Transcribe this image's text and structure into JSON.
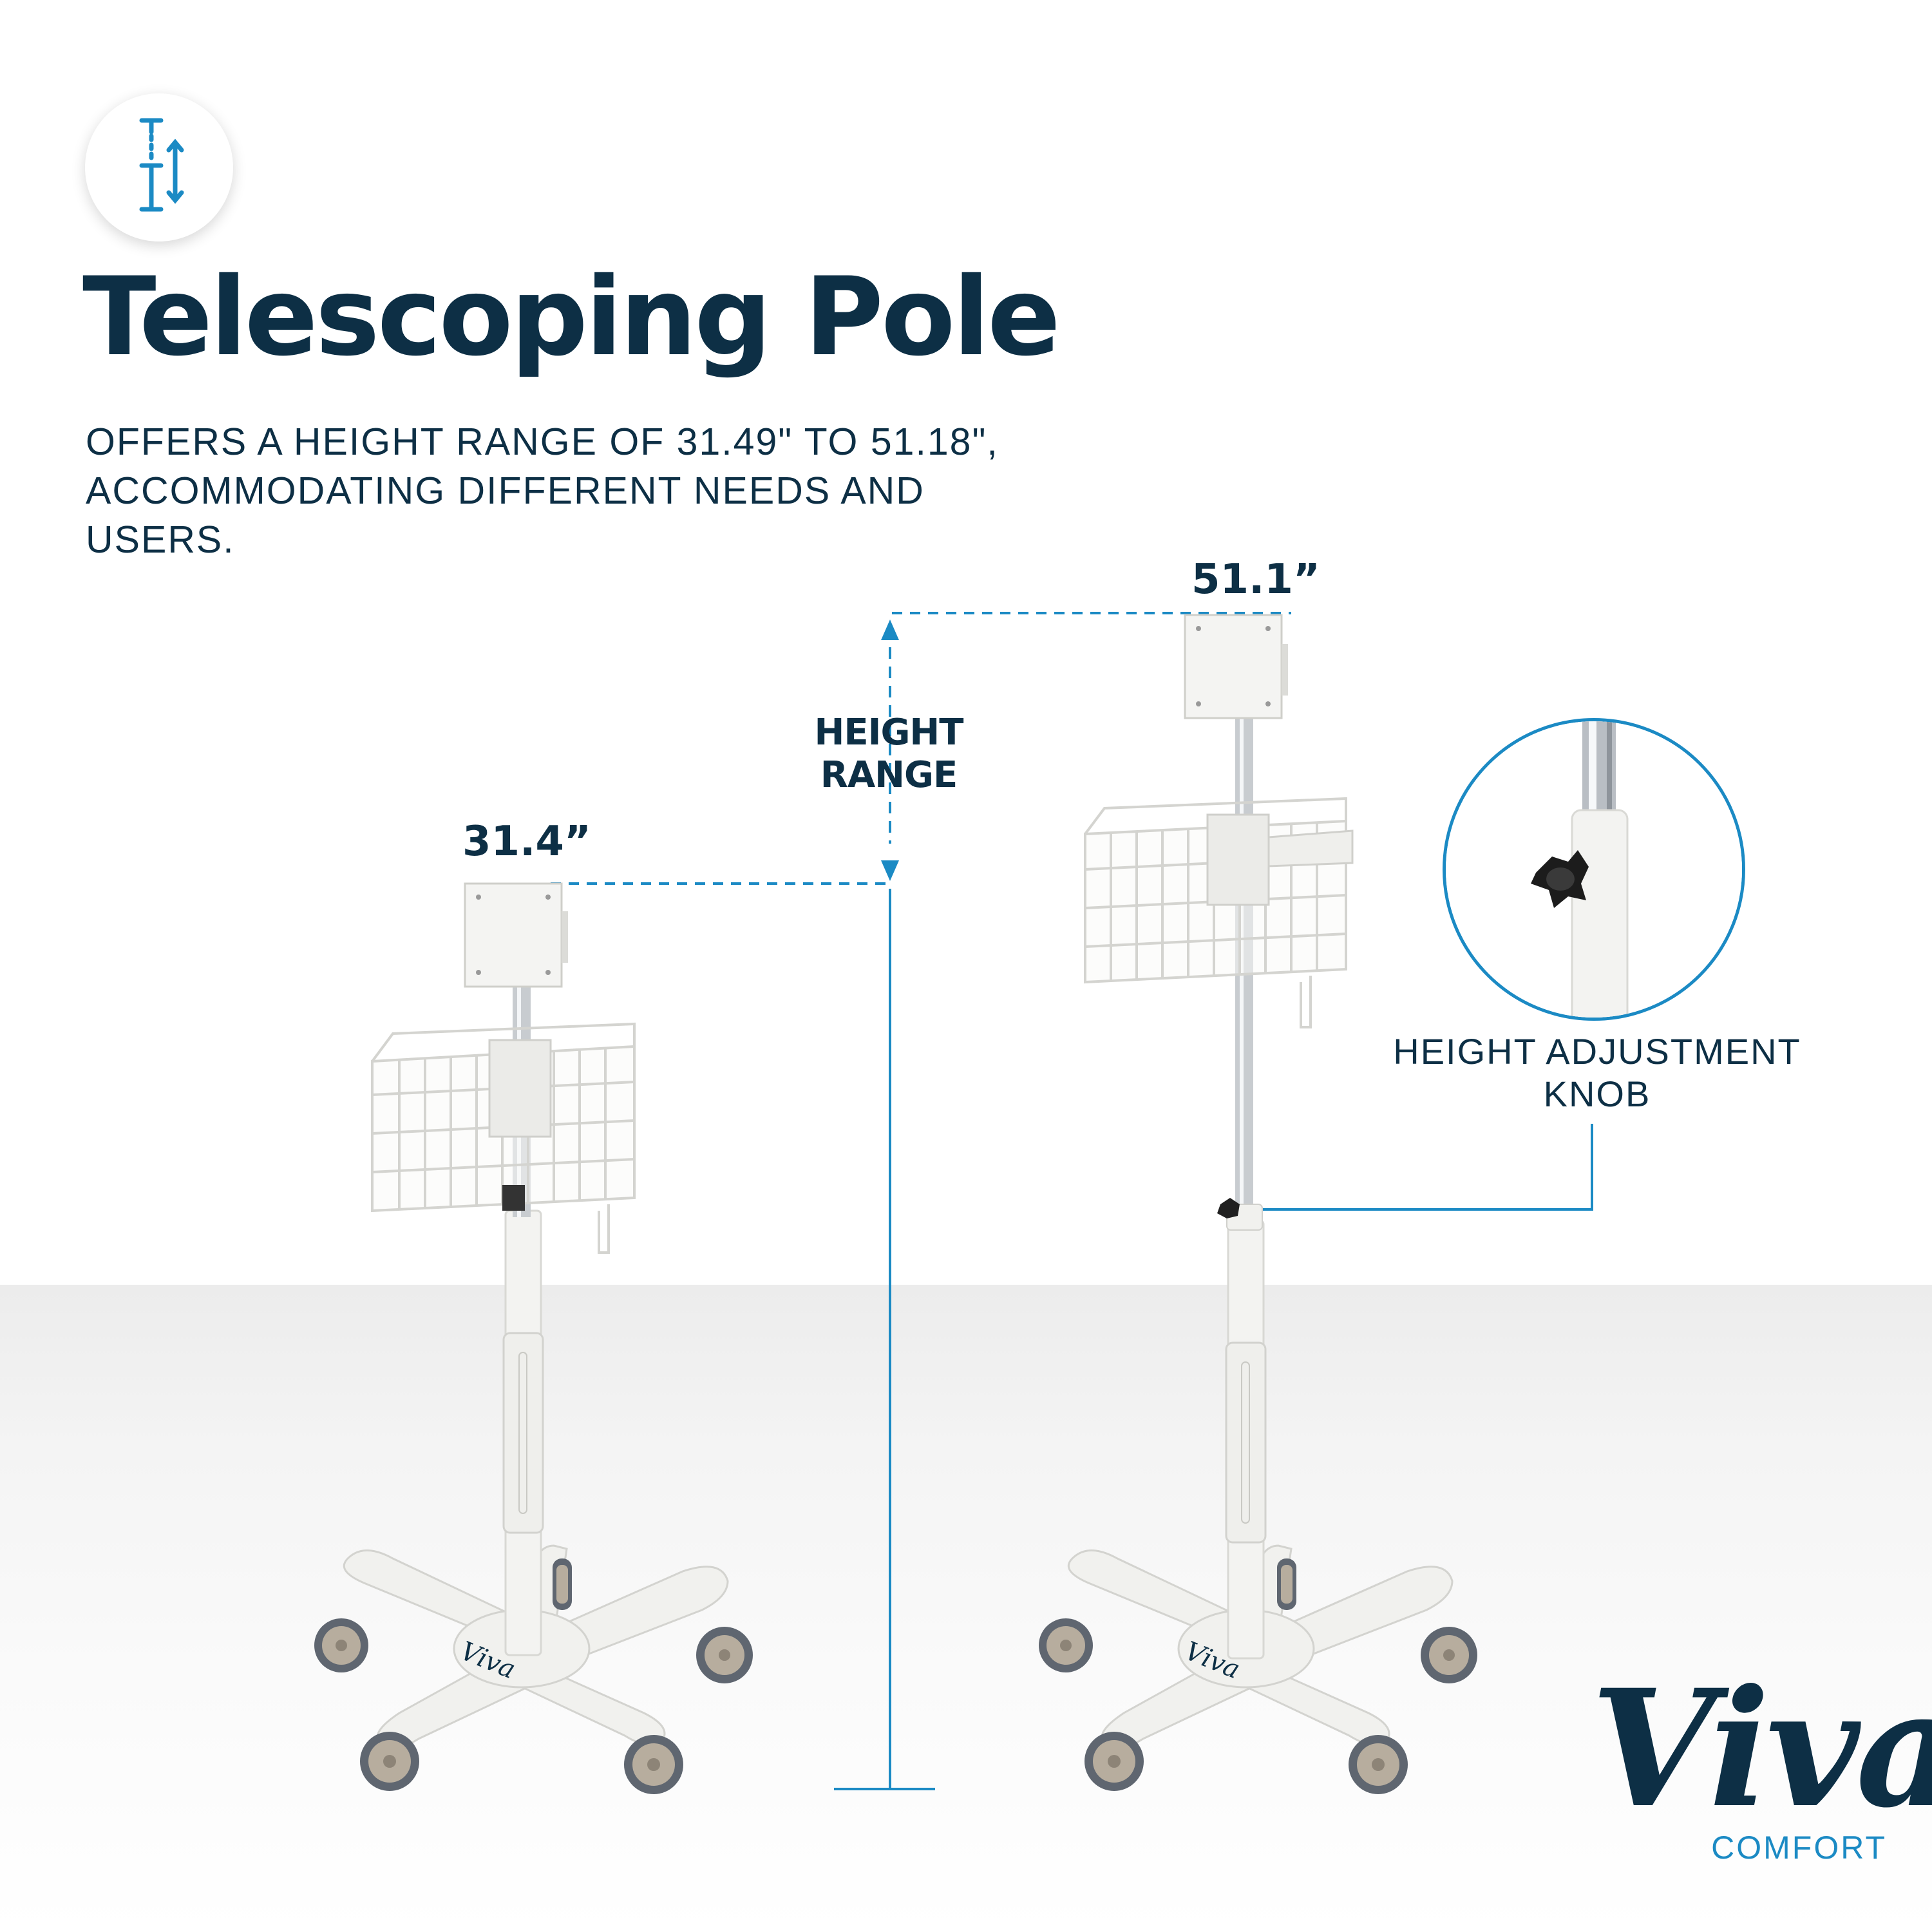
{
  "header": {
    "icon": "height-adjust-icon",
    "title": "Telescoping Pole",
    "description": "OFFERS A HEIGHT RANGE OF 31.49\" TO 51.18\", ACCOMMODATING DIFFERENT NEEDS AND USERS."
  },
  "dimensions": {
    "low_height": "31.4”",
    "high_height": "51.1”",
    "range_label_line1": "HEIGHT",
    "range_label_line2": "RANGE"
  },
  "callout": {
    "label_line1": "HEIGHT ADJUSTMENT",
    "label_line2": "KNOB"
  },
  "brand": {
    "logo_script": "Viva",
    "logo_sub": "COMFORT",
    "cart_mark": "Viva"
  },
  "colors": {
    "navy": "#0d2f45",
    "accent_blue": "#1b8ac4",
    "cart_white": "#f3f3f1",
    "wheel_taupe": "#b7ad9e",
    "wheel_tire": "#5f6670"
  }
}
